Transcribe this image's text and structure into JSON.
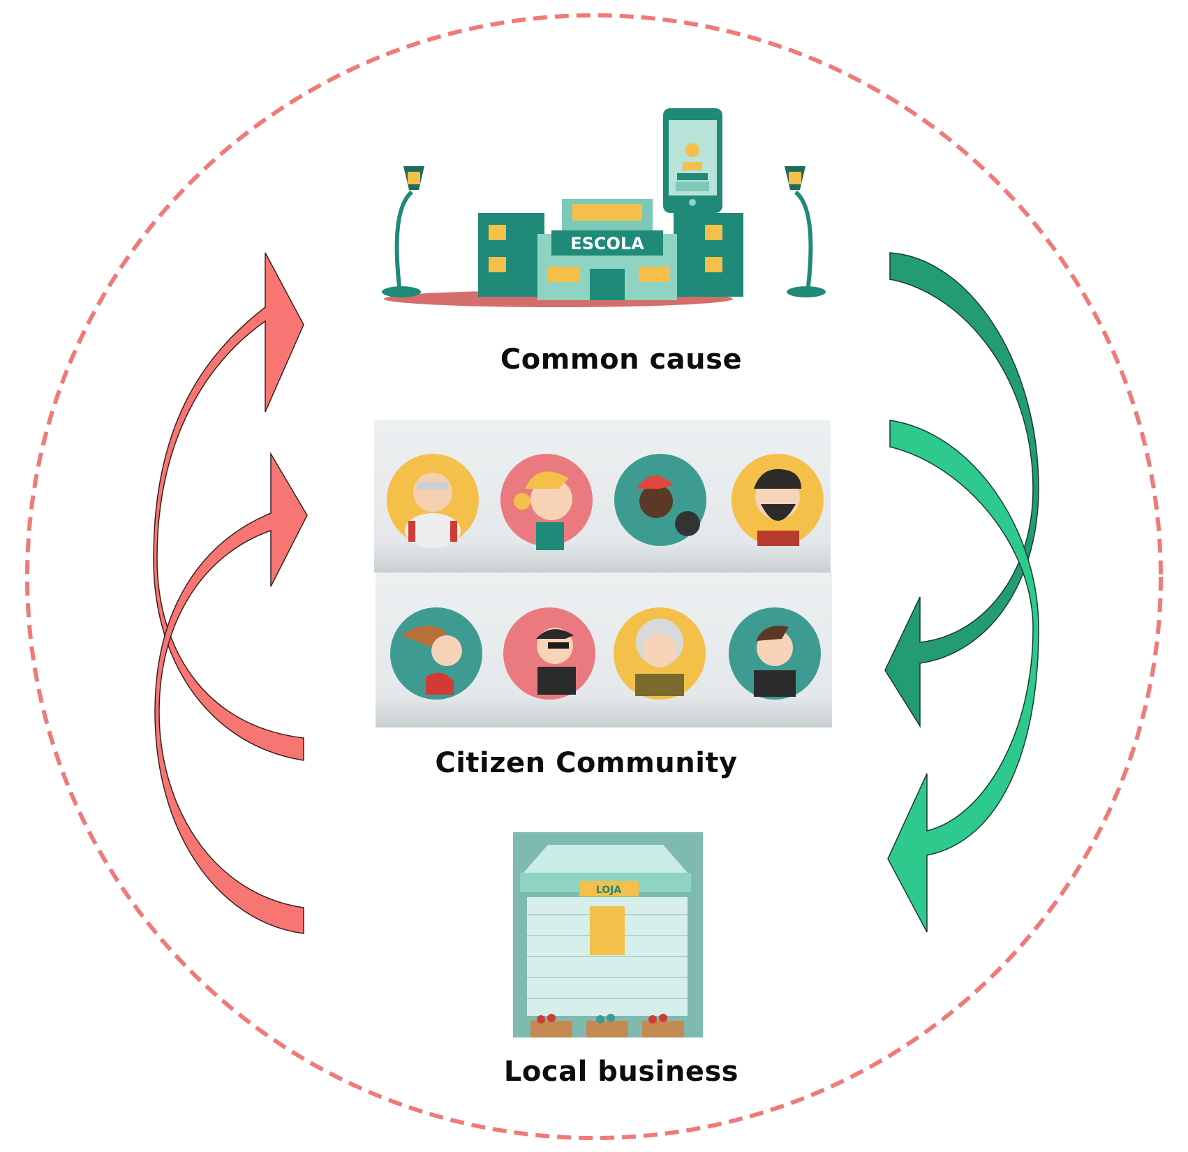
{
  "labels": {
    "common_cause": "Common cause",
    "citizen_community": "Citizen Community",
    "local_business": "Local business"
  },
  "building_sign": "ESCOLA",
  "shop_sign": "LOJA",
  "colors": {
    "dashed_circle": "#f07a78",
    "red_arrow": "#f77673",
    "green_arrow_dark": "#239c72",
    "green_arrow_light": "#2ec98c",
    "teal": "#1f8a78",
    "yellow": "#f4c04a"
  },
  "icons": [
    "school-building-icon",
    "smartphone-icon",
    "street-lamp-icon",
    "citizen-avatar-icon",
    "shop-storefront-icon"
  ]
}
